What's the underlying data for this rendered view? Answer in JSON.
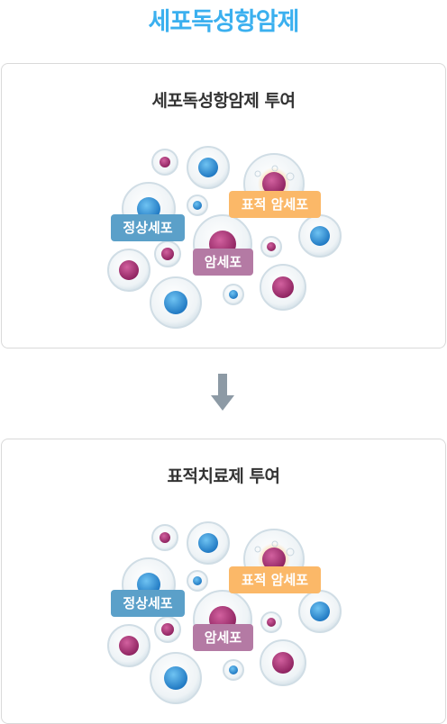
{
  "page": {
    "title": "세포독성항암제"
  },
  "panels": [
    {
      "title": "세포독성항암제 투여",
      "tags": {
        "normal": "정상세포",
        "target": "표적 암세포",
        "cancer": "암세포"
      }
    },
    {
      "title": "표적치료제 투여",
      "tags": {
        "normal": "정상세포",
        "target": "표적 암세포",
        "cancer": "암세포"
      }
    }
  ],
  "colors": {
    "title": "#3bb0ef",
    "normal_tag": "#5ba0c9",
    "target_tag": "#fbb868",
    "cancer_tag": "#b47aa4",
    "normal_nucleus": "#2f8fd6",
    "cancer_nucleus": "#a3306f"
  },
  "icons": {
    "arrow": "arrow-down-icon"
  }
}
